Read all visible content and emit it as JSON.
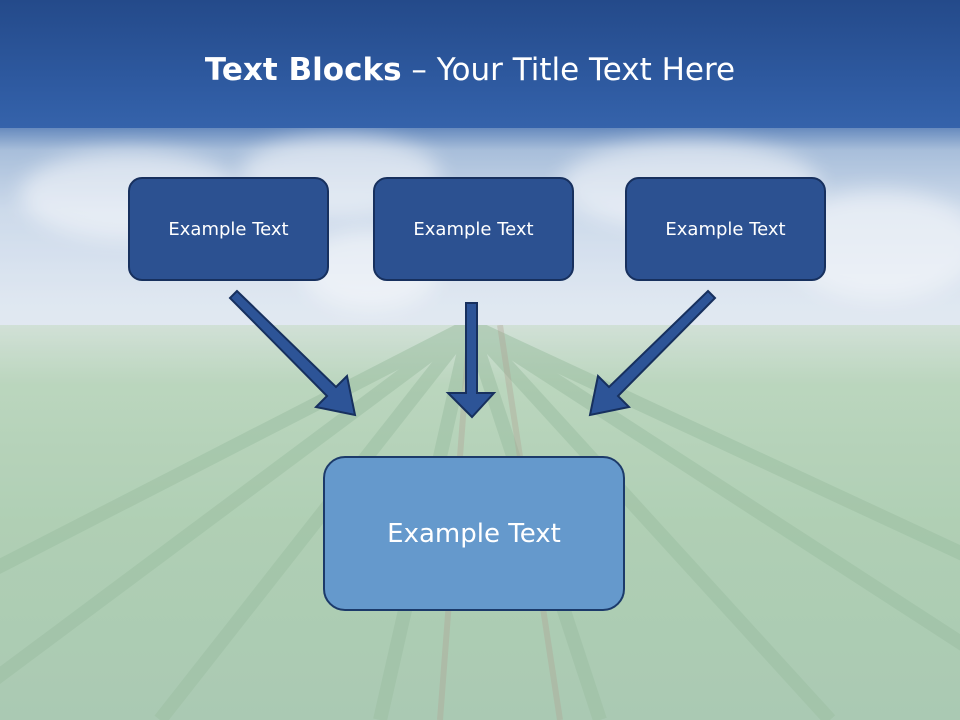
{
  "slide": {
    "title_bold": "Text Blocks",
    "title_dash": " – ",
    "title_rest": "Your Title Text Here"
  },
  "boxes": {
    "top_left": "Example Text",
    "top_center": "Example Text",
    "top_right": "Example Text",
    "bottom": "Example Text"
  },
  "colors": {
    "header": "#2f5ba2",
    "box_fill": "#2c5191",
    "box_border": "#17305e",
    "bottom_box_fill": "#6599cc",
    "arrow_fill": "#2d5497"
  }
}
